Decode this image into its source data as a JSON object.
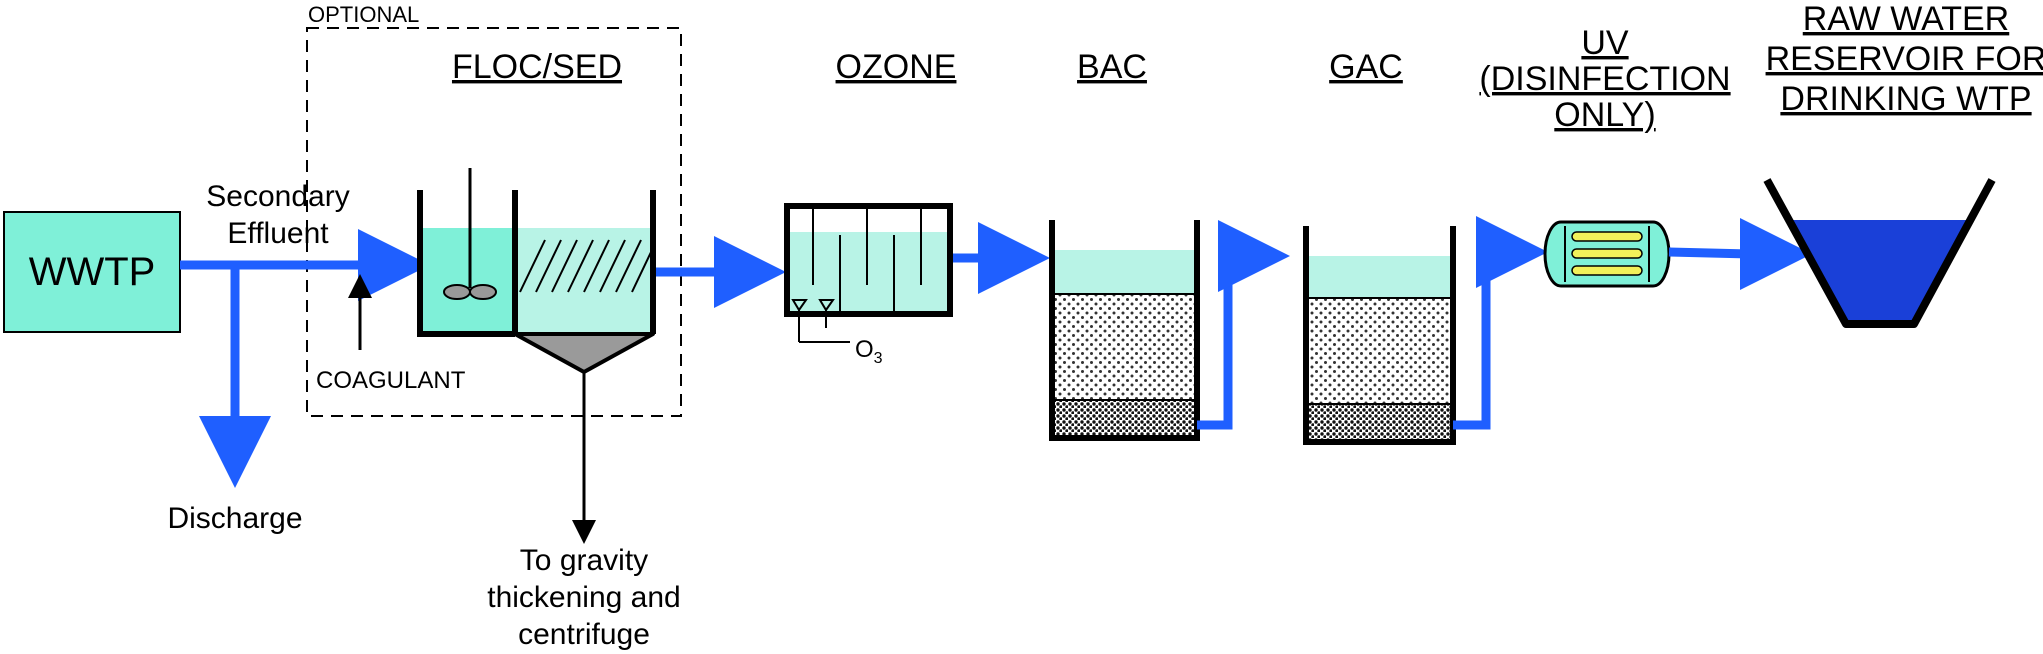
{
  "optional_label": "OPTIONAL",
  "wwtp": {
    "label": "WWTP"
  },
  "flow_labels": {
    "secondary_line1": "Secondary",
    "secondary_line2": "Effluent",
    "discharge": "Discharge",
    "coagulant": "COAGULANT",
    "sludge_line1": "To gravity",
    "sludge_line2": "thickening and",
    "sludge_line3": "centrifuge",
    "ozone_input": "O",
    "ozone_sub": "3"
  },
  "stages": {
    "floc_sed": "FLOC/SED",
    "ozone": "OZONE",
    "bac": "BAC",
    "gac": "GAC",
    "uv_line1": "UV",
    "uv_line2": "(DISINFECTION",
    "uv_line3": "ONLY)",
    "reservoir_line1": "RAW WATER",
    "reservoir_line2": "RESERVOIR FOR",
    "reservoir_line3": "DRINKING WTP"
  },
  "colors": {
    "flow": "#1f5fff",
    "water": "#b8f3e6",
    "tank_fill": "#7ff0d8",
    "sludge": "#9a9a9a",
    "reservoir_water": "#1a40d8",
    "uv_lamp": "#f2f05a"
  }
}
